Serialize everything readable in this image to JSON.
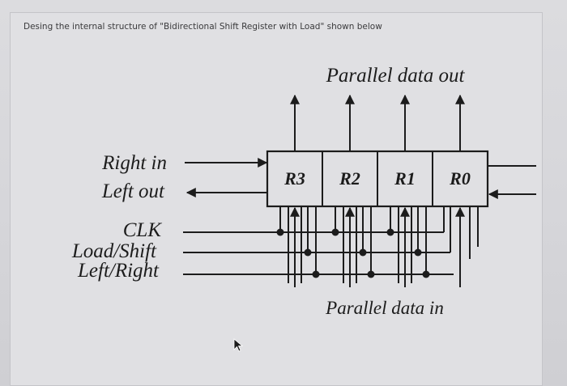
{
  "question": {
    "text": "Desing the internal structure of \"Bidirectional Shift Register with Load\" shown below"
  },
  "diagram": {
    "top_label": "Parallel data out",
    "bottom_label": "Parallel data in",
    "inputs": {
      "right_in": "Right in",
      "left_out": "Left out",
      "clk": "CLK",
      "load_shift": "Load/Shift",
      "left_right": "Left/Right"
    },
    "registers": [
      "R3",
      "R2",
      "R1",
      "R0"
    ]
  },
  "colors": {
    "ink": "#1c1c1c",
    "background": "#e0e0e3"
  },
  "icons": {
    "cursor": "pointer-cursor-icon"
  }
}
